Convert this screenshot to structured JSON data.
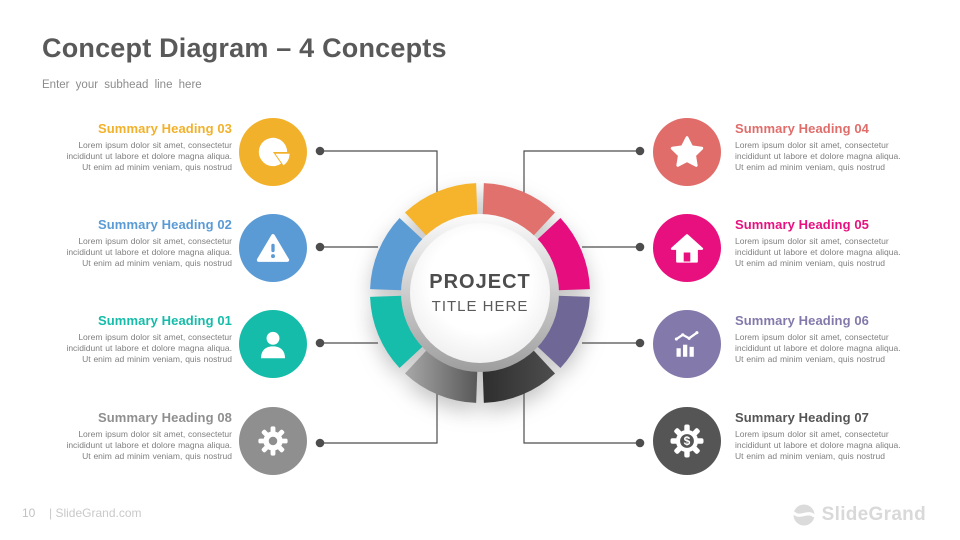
{
  "slide": {
    "title": "Concept Diagram – 4 Concepts",
    "subtitle": "Enter your subhead line here",
    "center": {
      "line1": "PROJECT",
      "line2": "TITLE HERE"
    },
    "footer": {
      "page_number": "10",
      "site": "| SlideGrand.com",
      "brand": "SlideGrand"
    }
  },
  "colors": {
    "title_text": "#595959",
    "body_text": "#7f7f7f",
    "connector": "#4d4d4d",
    "slide_background": "#ffffff"
  },
  "items_left": [
    {
      "heading": "Summary Heading 03",
      "color": "#F2B12A",
      "icon": "pie-chart-icon",
      "body": "Lorem ipsum dolor sit amet, consectetur\nincididunt ut labore et dolore magna aliqua.\nUt enim ad minim veniam, quis nostrud"
    },
    {
      "heading": "Summary Heading 02",
      "color": "#5B9BD5",
      "icon": "warning-icon",
      "body": "Lorem ipsum dolor sit amet, consectetur\nincididunt ut labore et dolore magna aliqua.\nUt enim ad minim veniam, quis nostrud"
    },
    {
      "heading": "Summary Heading 01",
      "color": "#14BCA9",
      "icon": "person-icon",
      "body": "Lorem ipsum dolor sit amet, consectetur\nincididunt ut labore et dolore magna aliqua.\nUt enim ad minim veniam, quis nostrud"
    },
    {
      "heading": "Summary Heading 08",
      "color": "#8F8F8F",
      "icon": "gear-icon",
      "body": "Lorem ipsum dolor sit amet, consectetur\nincididunt ut labore et dolore magna aliqua.\nUt enim ad minim veniam, quis nostrud"
    }
  ],
  "items_right": [
    {
      "heading": "Summary Heading 04",
      "color": "#E06D6A",
      "icon": "star-icon",
      "body": "Lorem ipsum dolor sit amet, consectetur\nincididunt ut labore et dolore magna aliqua.\nUt enim ad minim veniam, quis nostrud"
    },
    {
      "heading": "Summary Heading 05",
      "color": "#E8107F",
      "icon": "home-icon",
      "body": "Lorem ipsum dolor sit amet, consectetur\nincididunt ut labore et dolore magna aliqua.\nUt enim ad minim veniam, quis nostrud"
    },
    {
      "heading": "Summary Heading 06",
      "color": "#8379AB",
      "icon": "chart-icon",
      "body": "Lorem ipsum dolor sit amet, consectetur\nincididunt ut labore et dolore magna aliqua.\nUt enim ad minim veniam, quis nostrud"
    },
    {
      "heading": "Summary Heading 07",
      "color": "#555555",
      "icon": "gear-dollar-icon",
      "body": "Lorem ipsum dolor sit amet, consectetur\nincididunt ut labore et dolore magna aliqua.\nUt enim ad minim veniam, quis nostrud"
    }
  ],
  "donut": {
    "segments": [
      {
        "name": "yellow",
        "from": 315,
        "to": 360,
        "color": "#F5B42C"
      },
      {
        "name": "salmon",
        "from": 0,
        "to": 45,
        "color": "#E0716D"
      },
      {
        "name": "pink",
        "from": 45,
        "to": 90,
        "color": "#E60D7E"
      },
      {
        "name": "purple",
        "from": 90,
        "to": 135,
        "color": "#6F6796"
      },
      {
        "name": "dark-gray",
        "from": 135,
        "to": 180,
        "color": "#2E2E2E",
        "color2": "#4E4E4E"
      },
      {
        "name": "gray",
        "from": 180,
        "to": 225,
        "color": "#A8A8A8",
        "color2": "#585858"
      },
      {
        "name": "teal",
        "from": 225,
        "to": 270,
        "color": "#16BDAB"
      },
      {
        "name": "blue",
        "from": 270,
        "to": 315,
        "color": "#5C9CD5"
      }
    ]
  }
}
